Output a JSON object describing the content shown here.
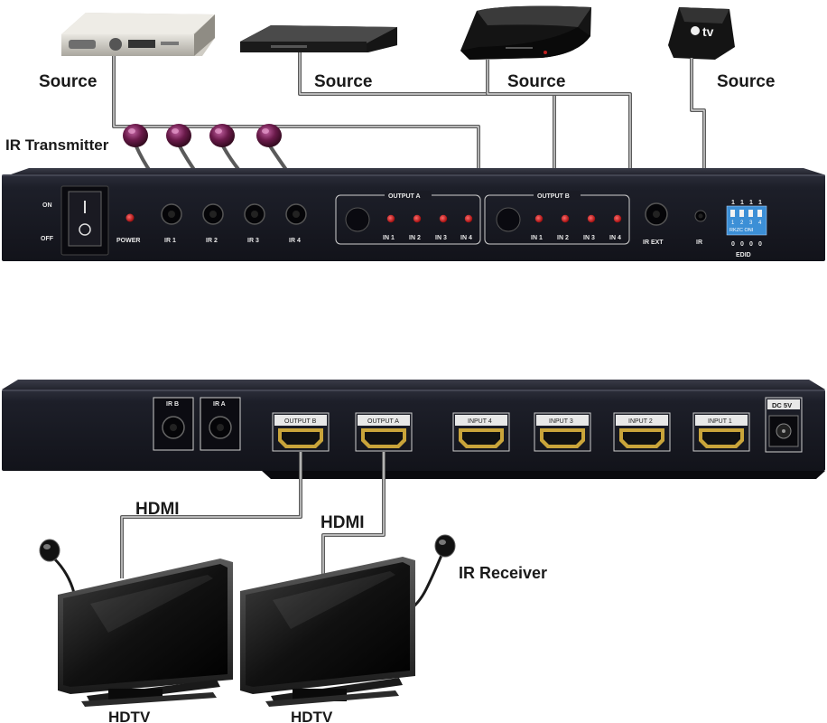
{
  "labels": {
    "source": "Source",
    "ir_transmitter": "IR Transmitter",
    "hdmi": "HDMI",
    "ir_receiver": "IR Receiver",
    "hdtv": "HDTV"
  },
  "front_panel": {
    "switch_on": "ON",
    "switch_off": "OFF",
    "power": "POWER",
    "ir_ports": [
      "IR 1",
      "IR 2",
      "IR 3",
      "IR 4"
    ],
    "output_a": "OUTPUT A",
    "output_b": "OUTPUT B",
    "inputs": [
      "IN 1",
      "IN 2",
      "IN 3",
      "IN 4"
    ],
    "ir_ext": "IR EXT",
    "ir": "IR",
    "edid_top": [
      "1",
      "1",
      "1",
      "1"
    ],
    "edid_mid": [
      "1",
      "2",
      "3",
      "4"
    ],
    "edid_side": "RKZC ONI",
    "edid_bottom": [
      "0",
      "0",
      "0",
      "0"
    ],
    "edid": "EDID"
  },
  "rear_panel": {
    "ir_b": "IR B",
    "ir_a": "IR A",
    "ports": [
      "OUTPUT B",
      "OUTPUT A",
      "INPUT 4",
      "INPUT 3",
      "INPUT 2",
      "INPUT 1"
    ],
    "dc": "DC 5V"
  },
  "apple_tv_text": "tv",
  "colors": {
    "chassis": "#1c1d26",
    "led": "#d11a1a",
    "dip": "#3c8fd6",
    "cable": "#5a5a5a",
    "ir_tip": "#6a1a4a"
  }
}
